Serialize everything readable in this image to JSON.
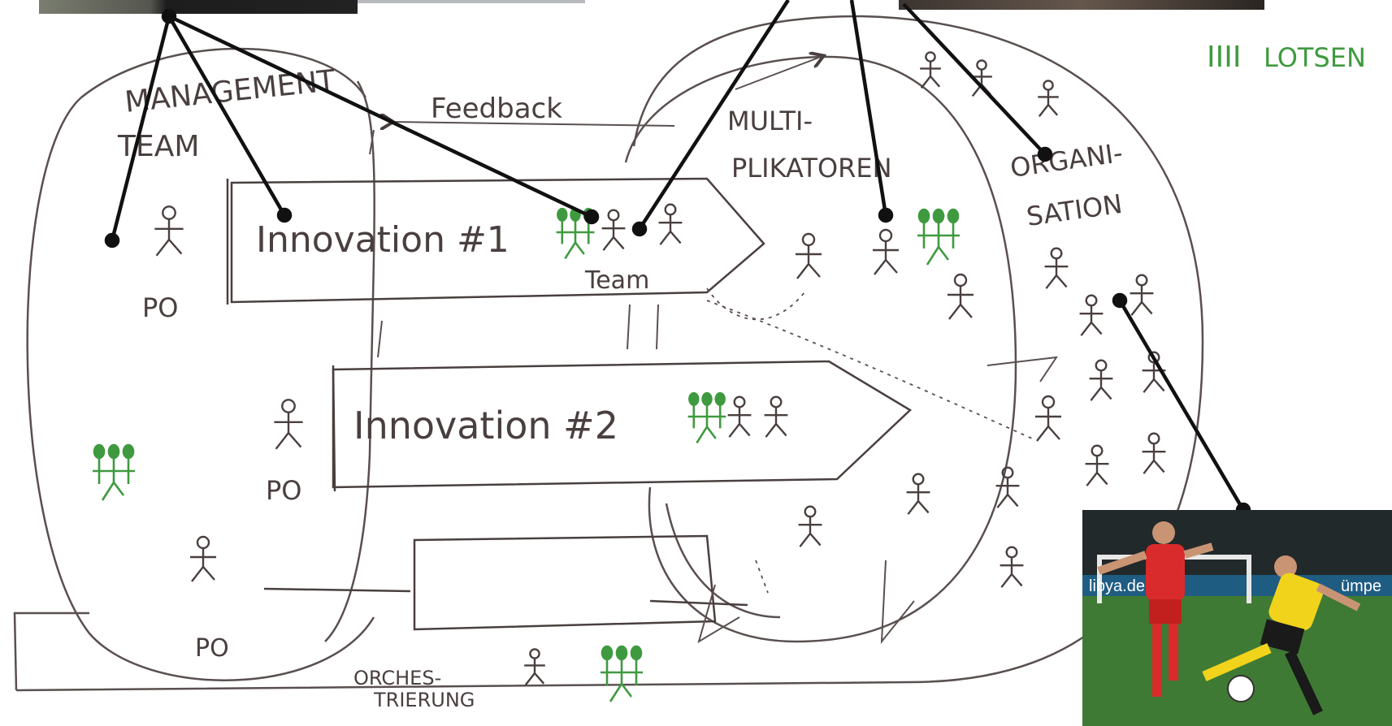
{
  "labels": {
    "management": "MANAGEMENT",
    "team": "TEAM",
    "feedback": "Feedback",
    "multiplikatoren_1": "MULTI-",
    "multiplikatoren_2": "PLIKATOREN",
    "organisation_1": "ORGANI-",
    "organisation_2": "SATION",
    "innovation_1": "Innovation #1",
    "innovation_2": "Innovation #2",
    "team_label": "Team",
    "po_1": "PO",
    "po_2": "PO",
    "po_3": "PO",
    "orchestrierung_1": "ORCHES-",
    "orchestrierung_2": "TRIERUNG",
    "legend_lotsen": "LOTSEN",
    "legend_tally": "IIII"
  },
  "photo": {
    "soccer_ad_text": "libya.de",
    "soccer_ad_text_2": "ümpe"
  },
  "colors": {
    "ink": "#4a3f3f",
    "green": "#3f9a3f",
    "pointer": "#111111",
    "background": "#ffffff"
  }
}
